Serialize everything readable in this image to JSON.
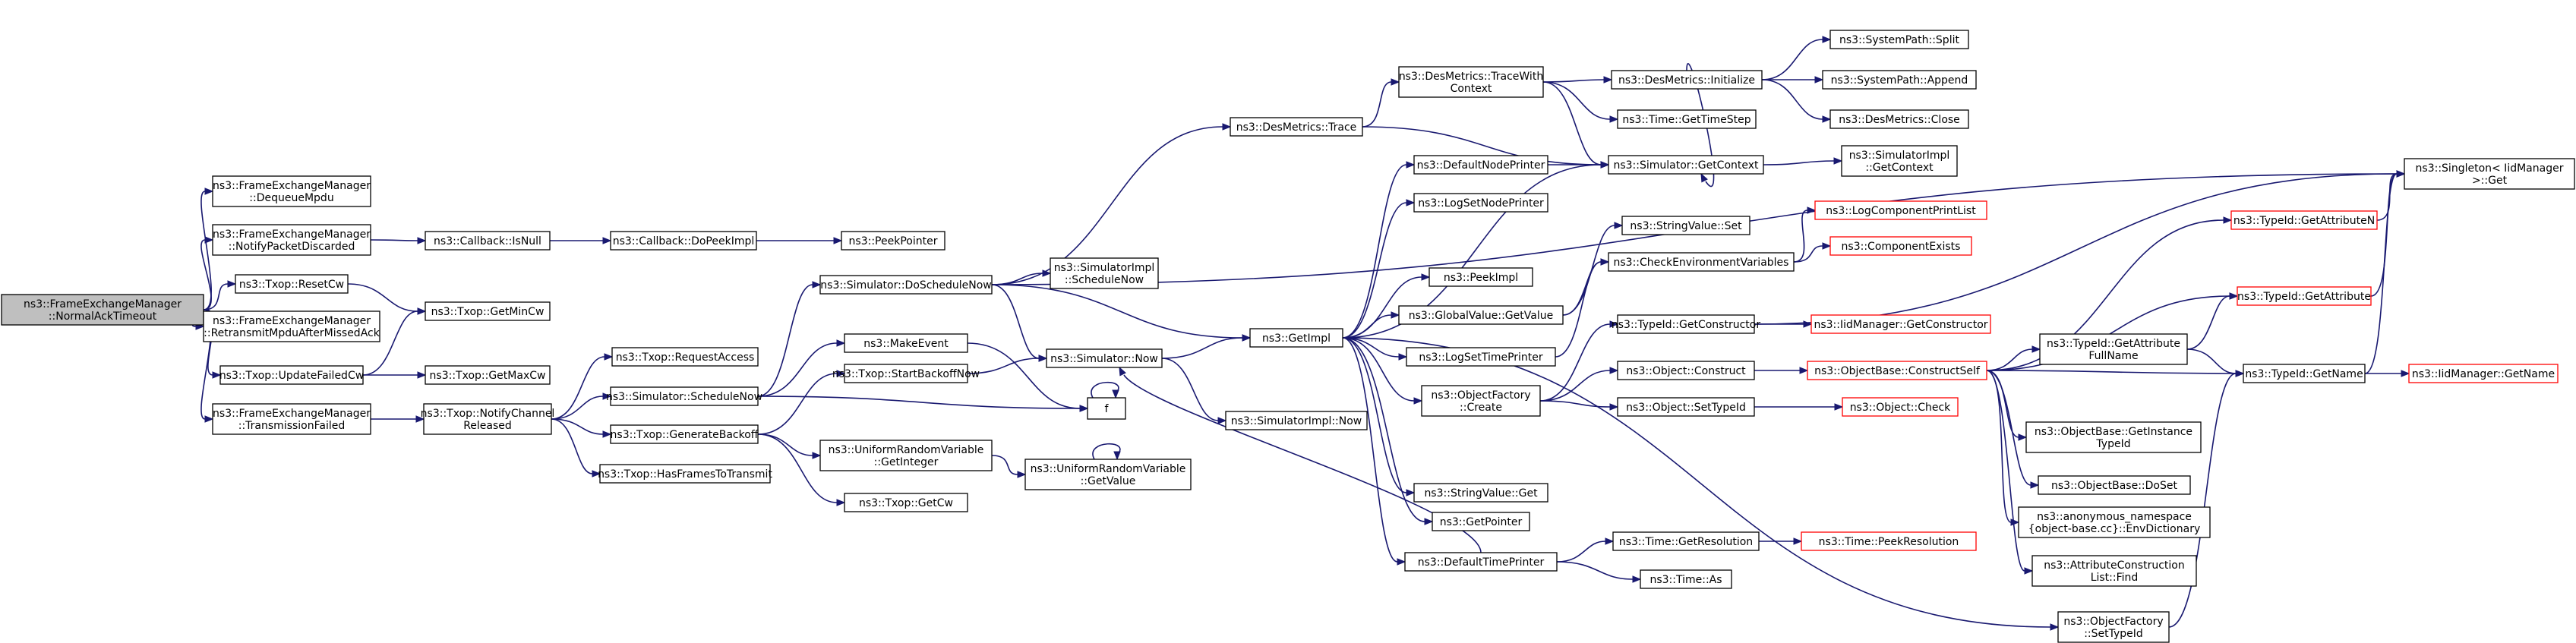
{
  "colors": {
    "edge": "#191970",
    "node_border": "#000000",
    "node_border_truncated": "#ff0000",
    "node_fill": "#ffffff",
    "root_fill": "#bfbfbf"
  },
  "nodes": [
    {
      "id": "root",
      "lines": [
        "ns3::FrameExchangeManager",
        "::NormalAckTimeout"
      ],
      "root": true
    },
    {
      "id": "dequeue",
      "lines": [
        "ns3::FrameExchangeManager",
        "::DequeueMpdu"
      ]
    },
    {
      "id": "notify",
      "lines": [
        "ns3::FrameExchangeManager",
        "::NotifyPacketDiscarded"
      ]
    },
    {
      "id": "resetcw",
      "lines": [
        "ns3::Txop::ResetCw"
      ]
    },
    {
      "id": "retransmit",
      "lines": [
        "ns3::FrameExchangeManager",
        "::RetransmitMpduAfterMissedAck"
      ]
    },
    {
      "id": "updatefailed",
      "lines": [
        "ns3::Txop::UpdateFailedCw"
      ]
    },
    {
      "id": "txfailed",
      "lines": [
        "ns3::FrameExchangeManager",
        "::TransmissionFailed"
      ]
    },
    {
      "id": "isnull",
      "lines": [
        "ns3::Callback::IsNull"
      ]
    },
    {
      "id": "dopeekimpl",
      "lines": [
        "ns3::Callback::DoPeekImpl"
      ]
    },
    {
      "id": "peekpointer",
      "lines": [
        "ns3::PeekPointer"
      ]
    },
    {
      "id": "getmincw",
      "lines": [
        "ns3::Txop::GetMinCw"
      ]
    },
    {
      "id": "getmaxcw",
      "lines": [
        "ns3::Txop::GetMaxCw"
      ]
    },
    {
      "id": "notifychan",
      "lines": [
        "ns3::Txop::NotifyChannel",
        "Released"
      ]
    },
    {
      "id": "requestaccess",
      "lines": [
        "ns3::Txop::RequestAccess"
      ]
    },
    {
      "id": "schedulenow",
      "lines": [
        "ns3::Simulator::ScheduleNow"
      ]
    },
    {
      "id": "generatebackoff",
      "lines": [
        "ns3::Txop::GenerateBackoff"
      ]
    },
    {
      "id": "hasframes",
      "lines": [
        "ns3::Txop::HasFramesToTransmit"
      ]
    },
    {
      "id": "doschedulenow",
      "lines": [
        "ns3::Simulator::DoScheduleNow"
      ]
    },
    {
      "id": "makeevent",
      "lines": [
        "ns3::MakeEvent"
      ]
    },
    {
      "id": "startbackoff",
      "lines": [
        "ns3::Txop::StartBackoffNow"
      ]
    },
    {
      "id": "getinteger",
      "lines": [
        "ns3::UniformRandomVariable",
        "::GetInteger"
      ]
    },
    {
      "id": "getcw",
      "lines": [
        "ns3::Txop::GetCw"
      ]
    },
    {
      "id": "getvalue",
      "lines": [
        "ns3::UniformRandomVariable",
        "::GetValue"
      ]
    },
    {
      "id": "destrace",
      "lines": [
        "ns3::DesMetrics::Trace"
      ]
    },
    {
      "id": "simimplschednow",
      "lines": [
        "ns3::SimulatorImpl",
        "::ScheduleNow"
      ]
    },
    {
      "id": "simnow",
      "lines": [
        "ns3::Simulator::Now"
      ]
    },
    {
      "id": "f",
      "lines": [
        "f"
      ]
    },
    {
      "id": "getimpl",
      "lines": [
        "ns3::GetImpl"
      ]
    },
    {
      "id": "simimplnow",
      "lines": [
        "ns3::SimulatorImpl::Now"
      ]
    },
    {
      "id": "tracewith",
      "lines": [
        "ns3::DesMetrics::TraceWith",
        "Context"
      ]
    },
    {
      "id": "defaultnode",
      "lines": [
        "ns3::DefaultNodePrinter"
      ]
    },
    {
      "id": "lognode",
      "lines": [
        "ns3::LogSetNodePrinter"
      ]
    },
    {
      "id": "peekimpl",
      "lines": [
        "ns3::PeekImpl"
      ]
    },
    {
      "id": "globalgetvalue",
      "lines": [
        "ns3::GlobalValue::GetValue"
      ]
    },
    {
      "id": "logtime",
      "lines": [
        "ns3::LogSetTimePrinter"
      ]
    },
    {
      "id": "objfactorycreate",
      "lines": [
        "ns3::ObjectFactory",
        "::Create"
      ]
    },
    {
      "id": "stringget",
      "lines": [
        "ns3::StringValue::Get"
      ]
    },
    {
      "id": "getpointer",
      "lines": [
        "ns3::GetPointer"
      ]
    },
    {
      "id": "defaulttime",
      "lines": [
        "ns3::DefaultTimePrinter"
      ]
    },
    {
      "id": "desinit",
      "lines": [
        "ns3::DesMetrics::Initialize"
      ]
    },
    {
      "id": "gettimestep",
      "lines": [
        "ns3::Time::GetTimeStep"
      ]
    },
    {
      "id": "getcontext",
      "lines": [
        "ns3::Simulator::GetContext"
      ]
    },
    {
      "id": "stringset",
      "lines": [
        "ns3::StringValue::Set"
      ]
    },
    {
      "id": "checkenv",
      "lines": [
        "ns3::CheckEnvironmentVariables"
      ]
    },
    {
      "id": "getconstructor",
      "lines": [
        "ns3::TypeId::GetConstructor"
      ]
    },
    {
      "id": "objconstruct",
      "lines": [
        "ns3::Object::Construct"
      ]
    },
    {
      "id": "objsettypeid",
      "lines": [
        "ns3::Object::SetTypeId"
      ]
    },
    {
      "id": "timegetres",
      "lines": [
        "ns3::Time::GetResolution"
      ]
    },
    {
      "id": "timeas",
      "lines": [
        "ns3::Time::As"
      ]
    },
    {
      "id": "syssplit",
      "lines": [
        "ns3::SystemPath::Split"
      ]
    },
    {
      "id": "sysappend",
      "lines": [
        "ns3::SystemPath::Append"
      ]
    },
    {
      "id": "desclose",
      "lines": [
        "ns3::DesMetrics::Close"
      ]
    },
    {
      "id": "simimplgetctx",
      "lines": [
        "ns3::SimulatorImpl",
        "::GetContext"
      ]
    },
    {
      "id": "logcompprint",
      "lines": [
        "ns3::LogComponentPrintList"
      ],
      "truncated": true
    },
    {
      "id": "compexists",
      "lines": [
        "ns3::ComponentExists"
      ],
      "truncated": true
    },
    {
      "id": "iidgetconstructor",
      "lines": [
        "ns3::IidManager::GetConstructor"
      ],
      "truncated": true
    },
    {
      "id": "constructself",
      "lines": [
        "ns3::ObjectBase::ConstructSelf"
      ],
      "truncated": true
    },
    {
      "id": "objcheck",
      "lines": [
        "ns3::Object::Check"
      ],
      "truncated": true
    },
    {
      "id": "peekres",
      "lines": [
        "ns3::Time::PeekResolution"
      ],
      "truncated": true
    },
    {
      "id": "getattrn",
      "lines": [
        "ns3::TypeId::GetAttributeN"
      ],
      "truncated": true
    },
    {
      "id": "getattr",
      "lines": [
        "ns3::TypeId::GetAttribute"
      ],
      "truncated": true
    },
    {
      "id": "getattrfull",
      "lines": [
        "ns3::TypeId::GetAttribute",
        "FullName"
      ]
    },
    {
      "id": "getinsttypeid",
      "lines": [
        "ns3::ObjectBase::GetInstance",
        "TypeId"
      ]
    },
    {
      "id": "doset",
      "lines": [
        "ns3::ObjectBase::DoSet"
      ]
    },
    {
      "id": "envdict",
      "lines": [
        "ns3::anonymous_namespace",
        "{object-base.cc}::EnvDictionary"
      ]
    },
    {
      "id": "attrfind",
      "lines": [
        "ns3::AttributeConstruction",
        "List::Find"
      ]
    },
    {
      "id": "objfactsettypeid",
      "lines": [
        "ns3::ObjectFactory",
        "::SetTypeId"
      ]
    },
    {
      "id": "singleton",
      "lines": [
        "ns3::Singleton< IidManager",
        ">::Get"
      ]
    },
    {
      "id": "typeidgetname",
      "lines": [
        "ns3::TypeId::GetName"
      ]
    },
    {
      "id": "iidgetname",
      "lines": [
        "ns3::IidManager::GetName"
      ],
      "truncated": true
    }
  ],
  "edges": [
    [
      "root",
      "dequeue"
    ],
    [
      "root",
      "notify"
    ],
    [
      "root",
      "resetcw"
    ],
    [
      "root",
      "retransmit"
    ],
    [
      "root",
      "updatefailed"
    ],
    [
      "root",
      "txfailed"
    ],
    [
      "notify",
      "isnull"
    ],
    [
      "isnull",
      "dopeekimpl"
    ],
    [
      "dopeekimpl",
      "peekpointer"
    ],
    [
      "resetcw",
      "getmincw"
    ],
    [
      "updatefailed",
      "getmincw"
    ],
    [
      "updatefailed",
      "getmaxcw"
    ],
    [
      "txfailed",
      "notifychan"
    ],
    [
      "notifychan",
      "requestaccess"
    ],
    [
      "notifychan",
      "schedulenow"
    ],
    [
      "notifychan",
      "generatebackoff"
    ],
    [
      "notifychan",
      "hasframes"
    ],
    [
      "schedulenow",
      "doschedulenow"
    ],
    [
      "schedulenow",
      "makeevent"
    ],
    [
      "schedulenow",
      "f"
    ],
    [
      "generatebackoff",
      "startbackoff"
    ],
    [
      "generatebackoff",
      "getinteger"
    ],
    [
      "generatebackoff",
      "getcw"
    ],
    [
      "getinteger",
      "getvalue"
    ],
    [
      "getvalue",
      "getvalue"
    ],
    [
      "makeevent",
      "f"
    ],
    [
      "f",
      "f"
    ],
    [
      "startbackoff",
      "simnow"
    ],
    [
      "doschedulenow",
      "destrace"
    ],
    [
      "doschedulenow",
      "simimplschednow"
    ],
    [
      "doschedulenow",
      "simnow"
    ],
    [
      "doschedulenow",
      "getimpl"
    ],
    [
      "doschedulenow",
      "singleton"
    ],
    [
      "simnow",
      "getimpl"
    ],
    [
      "simnow",
      "simimplnow"
    ],
    [
      "destrace",
      "tracewith"
    ],
    [
      "destrace",
      "getcontext"
    ],
    [
      "tracewith",
      "desinit"
    ],
    [
      "tracewith",
      "gettimestep"
    ],
    [
      "tracewith",
      "getcontext"
    ],
    [
      "desinit",
      "syssplit"
    ],
    [
      "desinit",
      "sysappend"
    ],
    [
      "desinit",
      "desclose"
    ],
    [
      "desinit",
      "getcontext"
    ],
    [
      "getcontext",
      "simimplgetctx"
    ],
    [
      "getimpl",
      "defaultnode"
    ],
    [
      "getimpl",
      "lognode"
    ],
    [
      "getimpl",
      "peekimpl"
    ],
    [
      "getimpl",
      "globalgetvalue"
    ],
    [
      "getimpl",
      "logtime"
    ],
    [
      "getimpl",
      "objfactorycreate"
    ],
    [
      "getimpl",
      "stringget"
    ],
    [
      "getimpl",
      "getpointer"
    ],
    [
      "getimpl",
      "defaulttime"
    ],
    [
      "getimpl",
      "getcontext"
    ],
    [
      "getimpl",
      "objfactsettypeid"
    ],
    [
      "defaultnode",
      "getcontext"
    ],
    [
      "globalgetvalue",
      "stringset"
    ],
    [
      "globalgetvalue",
      "checkenv"
    ],
    [
      "logtime",
      "checkenv"
    ],
    [
      "checkenv",
      "logcompprint"
    ],
    [
      "checkenv",
      "compexists"
    ],
    [
      "objfactorycreate",
      "getconstructor"
    ],
    [
      "objfactorycreate",
      "objconstruct"
    ],
    [
      "objfactorycreate",
      "objsettypeid"
    ],
    [
      "getconstructor",
      "iidgetconstructor"
    ],
    [
      "getconstructor",
      "singleton"
    ],
    [
      "objconstruct",
      "constructself"
    ],
    [
      "objsettypeid",
      "objcheck"
    ],
    [
      "defaulttime",
      "timegetres"
    ],
    [
      "defaulttime",
      "timeas"
    ],
    [
      "defaulttime",
      "simnow"
    ],
    [
      "timegetres",
      "peekres"
    ],
    [
      "constructself",
      "getattrn"
    ],
    [
      "constructself",
      "getattr"
    ],
    [
      "constructself",
      "getattrfull"
    ],
    [
      "constructself",
      "typeidgetname"
    ],
    [
      "constructself",
      "getinsttypeid"
    ],
    [
      "constructself",
      "doset"
    ],
    [
      "constructself",
      "envdict"
    ],
    [
      "constructself",
      "attrfind"
    ],
    [
      "getattrn",
      "singleton"
    ],
    [
      "getattr",
      "singleton"
    ],
    [
      "getattrfull",
      "getattr"
    ],
    [
      "getattrfull",
      "typeidgetname"
    ],
    [
      "objfactsettypeid",
      "typeidgetname"
    ],
    [
      "typeidgetname",
      "singleton"
    ],
    [
      "typeidgetname",
      "iidgetname"
    ]
  ]
}
